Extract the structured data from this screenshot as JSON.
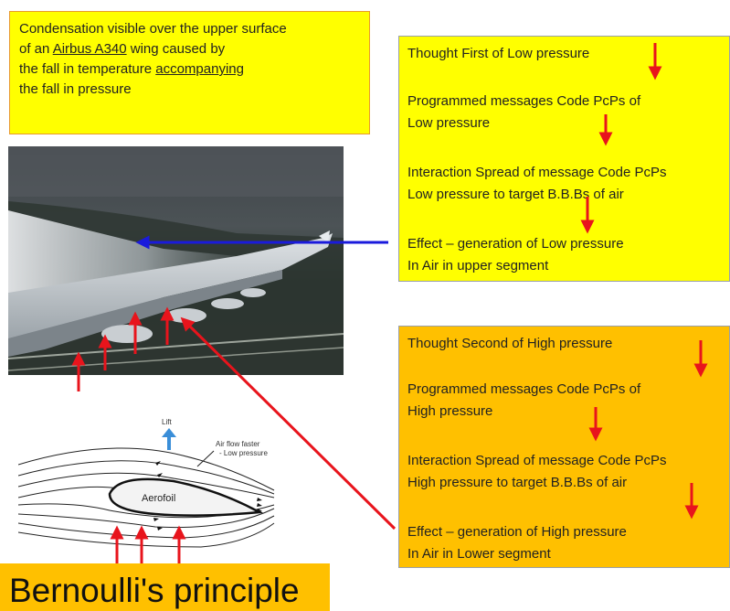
{
  "caption": {
    "line1": "Condensation visible over the upper surface",
    "line2_pre": "of an ",
    "line2_link": "Airbus A340",
    "line2_post": " wing caused by",
    "line3_pre": "the fall in temperature ",
    "line3_link": "accompanying",
    "line4": " the fall in pressure"
  },
  "low_panel": {
    "color": "#ffff00",
    "lines": [
      "Thought First of  Low pressure",
      "Programmed messages  Code PcPs of",
      "Low pressure",
      "Interaction  Spread of message Code PcPs",
      "Low pressure to target B.B.Bs of air",
      "Effect – generation of Low pressure",
      "In Air in upper segment"
    ]
  },
  "high_panel": {
    "color": "#ffc000",
    "lines": [
      "Thought  Second of  High pressure",
      "Programmed messages  Code PcPs of",
      "High pressure",
      "Interaction  Spread of message Code PcPs",
      "High pressure to target B.B.Bs of air",
      "Effect – generation of High pressure",
      "In Air in Lower  segment"
    ]
  },
  "aerofoil": {
    "lift": "Lift",
    "airflow_line1": "Air flow faster",
    "airflow_line2": "- Low pressure",
    "label": "Aerofoil"
  },
  "bernoulli": "Bernoulli's principle",
  "colors": {
    "arrow_red": "#e8141c",
    "arrow_blue": "#1a1adc",
    "lift_blue": "#3a8ed8"
  }
}
